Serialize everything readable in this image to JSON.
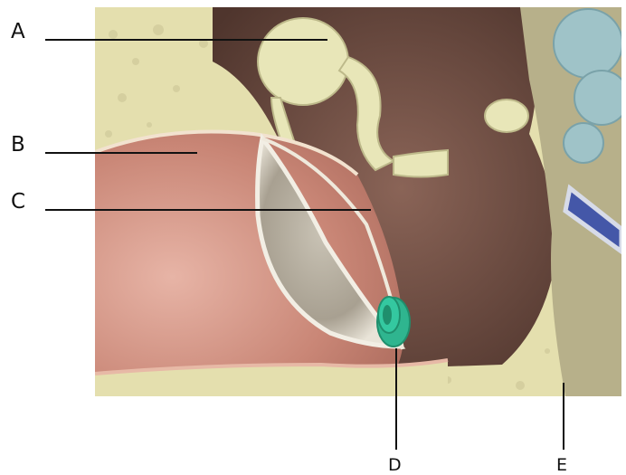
{
  "labels": {
    "a": "A",
    "b": "B",
    "c": "C",
    "d": "D",
    "e": "E"
  },
  "colors": {
    "bone": "#e6e2b0",
    "canal_skin": "#d89b8a",
    "cavity": "#6b4a3e",
    "eardrum": "#d8d2c4",
    "tube": "#2fb58f",
    "cochlea": "#9fc3c8",
    "nerve": "#4457a8"
  }
}
